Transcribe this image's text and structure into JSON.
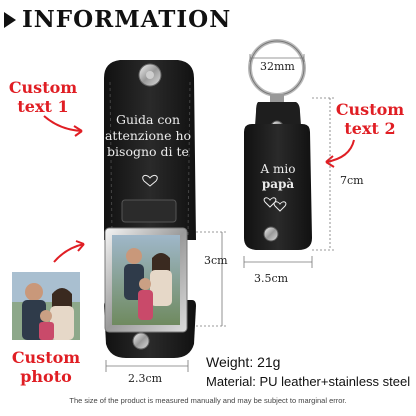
{
  "header": {
    "title": "INFORMATION"
  },
  "callouts": {
    "text1_line1": "Custom",
    "text1_line2": "text 1",
    "text2_line1": "Custom",
    "text2_line2": "text 2",
    "photo_line1": "Custom",
    "photo_line2": "photo"
  },
  "keychain_large": {
    "engraving": [
      "Guida con",
      "attenzione ho",
      "bisogno di te"
    ]
  },
  "keychain_small": {
    "engraving_line1": "A mio",
    "engraving_line2": "papà"
  },
  "dimensions": {
    "ring_width": "32mm",
    "tag_height": "7cm",
    "tag_width": "3.5cm",
    "photo_height": "3cm",
    "photo_width": "2.3cm"
  },
  "specs": {
    "weight": "Weight: 21g",
    "material": "Material: PU leather+stainless steel"
  },
  "footer": {
    "note": "The size of the product is measured manually and may be subject to marginal error."
  },
  "colors": {
    "accent_red": "#e01e24",
    "leather": "#1b1b1b",
    "text": "#111111"
  }
}
